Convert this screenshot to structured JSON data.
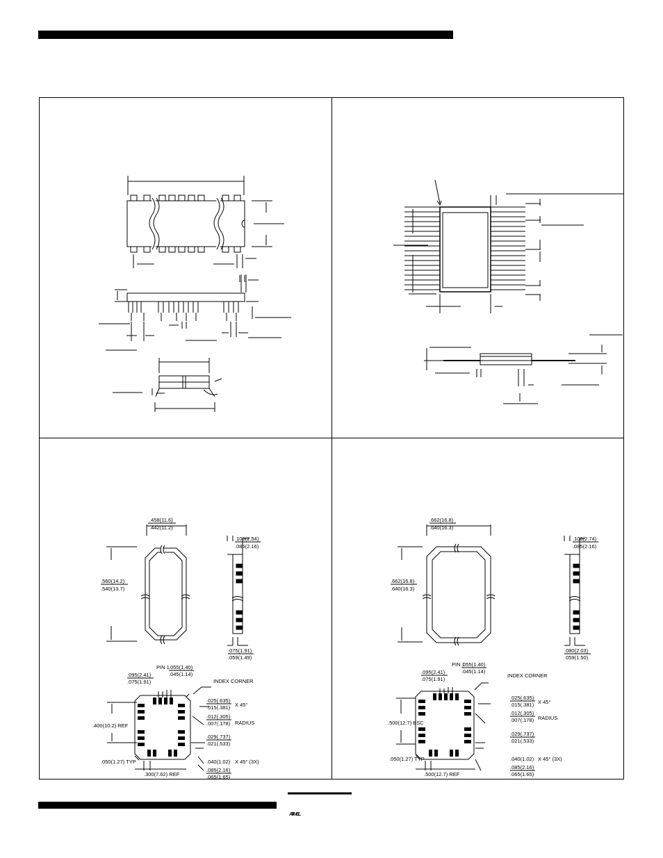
{
  "logo": {
    "text": "ATMEL"
  },
  "panel3": {
    "width_top": ".458(11.6)",
    "width_bot": ".442(11.2)",
    "height_top": ".560(14.2)",
    "height_bot": ".540(13.7)",
    "thick_top": ".100(2.54)",
    "thick_bot": ".085(2.16)",
    "lead_top": ".075(1.91)",
    "lead_bot": ".059(1.49)",
    "pin1": "PIN 1",
    "pitch_top": ".095(2.41)",
    "pitch_bot": ".075(1.91)",
    "pad_top": ".055(1.40)",
    "pad_bot": ".045(1.14)",
    "index_corner": "INDEX CORNER",
    "chamfer_top": ".025(.635)",
    "chamfer_bot": ".015(.381)",
    "x45": "X 45°",
    "radius_top": ".012(.305)",
    "radius_bot": ".007(.178)",
    "radius": "RADIUS",
    "vref": ".400(10.2) REF",
    "w_top": ".029(.737)",
    "w_bot": ".021(.533)",
    "typ": ".050(1.27) TYP",
    "corner": ".040(1.02)",
    "x45_3x": "X 45° (3X)",
    "h_top": ".085(2.16)",
    "h_bot": ".065(1.65)",
    "href": ".300(7.62) REF"
  },
  "panel4": {
    "width_top": ".662(16.8)",
    "width_bot": ".640(16.3)",
    "height_top": ".662(16.8)",
    "height_bot": ".640(16.3)",
    "thick_top": ".108(2.74)",
    "thick_bot": ".085(2.16)",
    "lead_top": ".080(2.03)",
    "lead_bot": ".059(1.50)",
    "pin1": "PIN 1",
    "pitch_top": ".095(2.41)",
    "pitch_bot": ".075(1.91)",
    "pad_top": ".055(1.40)",
    "pad_bot": ".045(1.14)",
    "index_corner": "INDEX CORNER",
    "chamfer_top": ".025(.635)",
    "chamfer_bot": ".015(.381)",
    "x45": "X 45°",
    "radius_top": ".012(.305)",
    "radius_bot": ".007(.178)",
    "radius": "RADIUS",
    "vbsc": ".500(12.7) BSC",
    "w_top": ".029(.737)",
    "w_bot": ".021(.533)",
    "typ": ".050(1.27) TYP",
    "corner": ".040(1.02)",
    "x45_3x": "X 45° (3X)",
    "h_top": ".085(2.16)",
    "h_bot": ".065(1.65)",
    "href": ".500(12.7) REF"
  }
}
